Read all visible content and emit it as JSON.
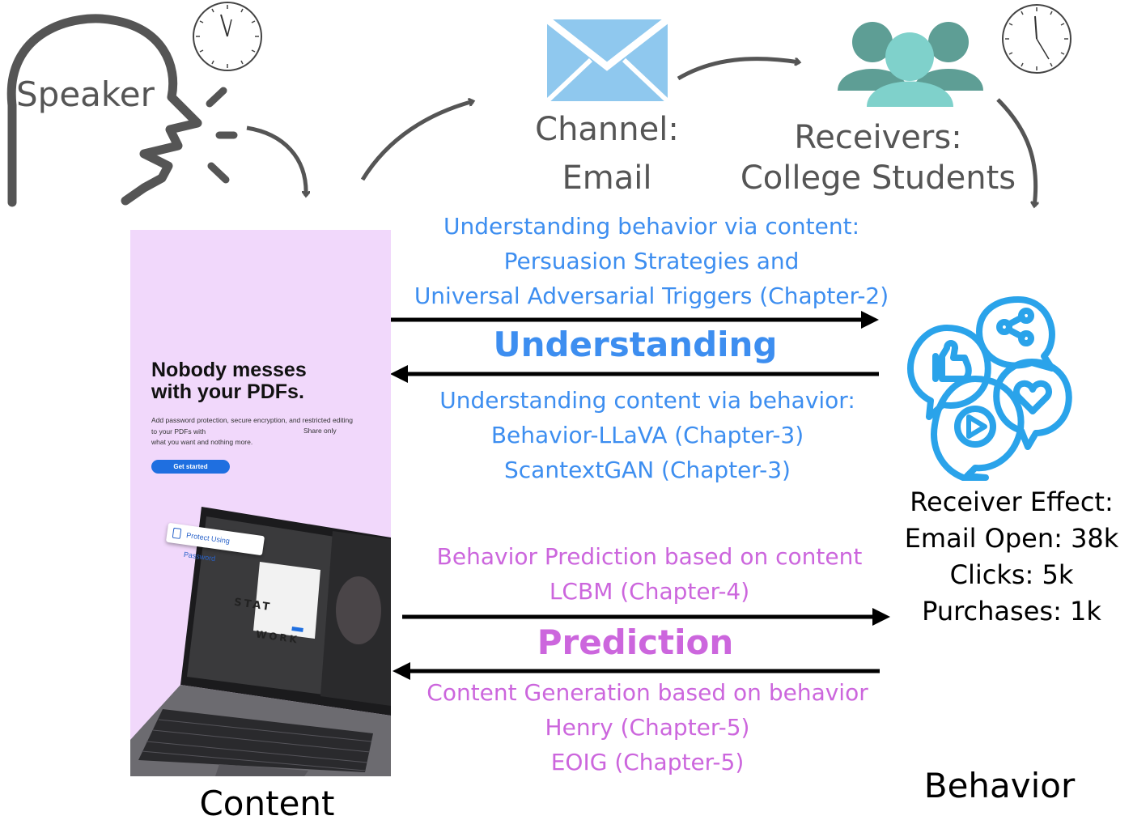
{
  "speaker": {
    "label": "Speaker"
  },
  "channel": {
    "line1": "Channel:",
    "line2": "Email"
  },
  "receivers": {
    "line1": "Receivers:",
    "line2": "College Students"
  },
  "understanding": {
    "heading": "Understanding",
    "via_content": [
      "Understanding behavior via content:",
      "Persuasion Strategies and",
      "Universal Adversarial Triggers (Chapter-2)"
    ],
    "via_behavior": [
      "Understanding content via behavior:",
      "Behavior-LLaVA (Chapter-3)",
      "ScantextGAN (Chapter-3)"
    ]
  },
  "prediction": {
    "heading": "Prediction",
    "behavior_prediction": [
      "Behavior Prediction based on content",
      "LCBM (Chapter-4)"
    ],
    "content_generation": [
      "Content Generation based on behavior",
      "Henry (Chapter-5)",
      "EOIG (Chapter-5)"
    ]
  },
  "receiver_effect": {
    "lines": [
      "Receiver Effect:",
      "Email Open: 38k",
      "Clicks: 5k",
      "Purchases: 1k"
    ]
  },
  "labels": {
    "content": "Content",
    "behavior": "Behavior"
  },
  "email": {
    "headline": "Nobody messes\nwith your PDFs.",
    "body": "Add password protection, secure encryption, and restricted editing to your PDFs with",
    "body_end": "what you want and nothing more.",
    "share": "Share only",
    "button": "Get started",
    "pill": "Protect Using Password",
    "laptop_text_1": "STAT",
    "laptop_text_2": "WORK"
  },
  "colors": {
    "gray": "#555555",
    "blue": "#3d8ef0",
    "magenta": "#cc66dd",
    "email_bg": "#f1d8fb",
    "envelope": "#8fc8ee",
    "people_dark": "#5e9e95",
    "people_light": "#7fd1cb",
    "social_blue": "#2aa3ea"
  }
}
